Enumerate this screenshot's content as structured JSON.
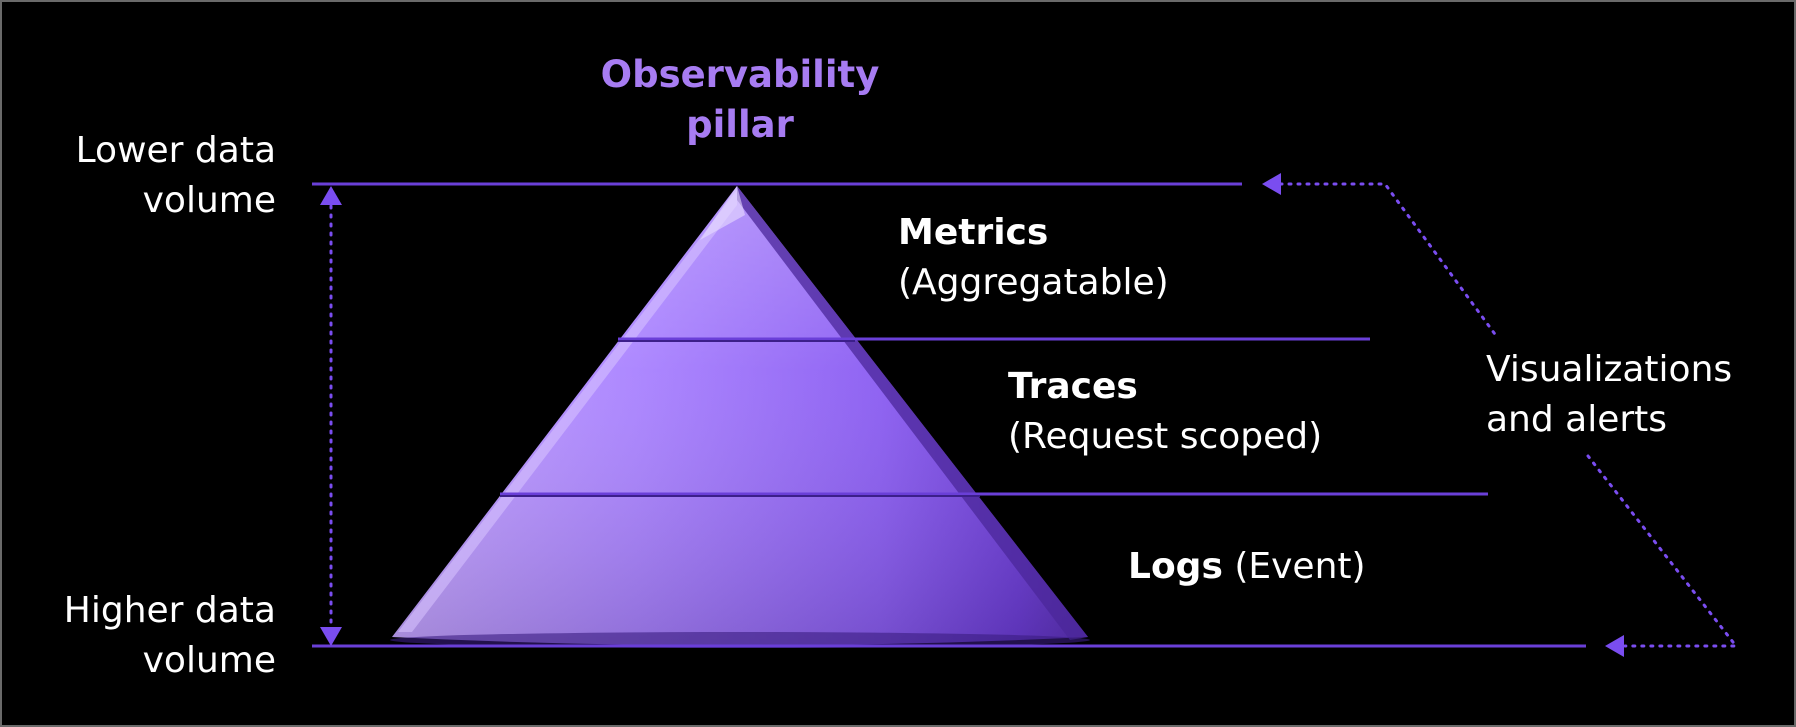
{
  "title": {
    "line1": "Observability",
    "line2": "pillar"
  },
  "volume": {
    "lower_line1": "Lower data",
    "lower_line2": "volume",
    "higher_line1": "Higher data",
    "higher_line2": "volume"
  },
  "layers": {
    "metrics_name": "Metrics",
    "metrics_desc": "(Aggregatable)",
    "traces_name": "Traces",
    "traces_desc": "(Request scoped)",
    "logs_name": "Logs",
    "logs_desc": "(Event)"
  },
  "visualizations": {
    "line1": "Visualizations",
    "line2": "and alerts"
  },
  "colors": {
    "accent": "#a77cf2",
    "pyramid_light": "#b48cff",
    "pyramid_dark": "#7a45e8",
    "line": "#6a3fd8",
    "background": "#000000",
    "text": "#ffffff"
  }
}
